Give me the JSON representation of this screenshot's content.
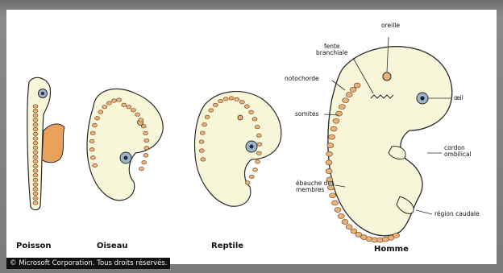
{
  "captions": {
    "fish": "Poisson",
    "bird": "Oiseau",
    "reptile": "Reptile",
    "human": "Homme"
  },
  "labels": {
    "ear": "oreille",
    "gill_slit": "fente\nbranchiale",
    "notochord": "notochorde",
    "somites": "somites",
    "eye": "œil",
    "umbilical_cord": "cordon\nombilical",
    "limb_buds": "ébauche des\nmembres",
    "caudal_region": "région caudale"
  },
  "copyright": "© Microsoft Corporation. Tous droits réservés.",
  "colors": {
    "body": "#f8f6d8",
    "outline": "#2a2a2a",
    "somite": "#e8b27a",
    "fin": "#e8a25c",
    "eye": "#9fb4c8"
  }
}
